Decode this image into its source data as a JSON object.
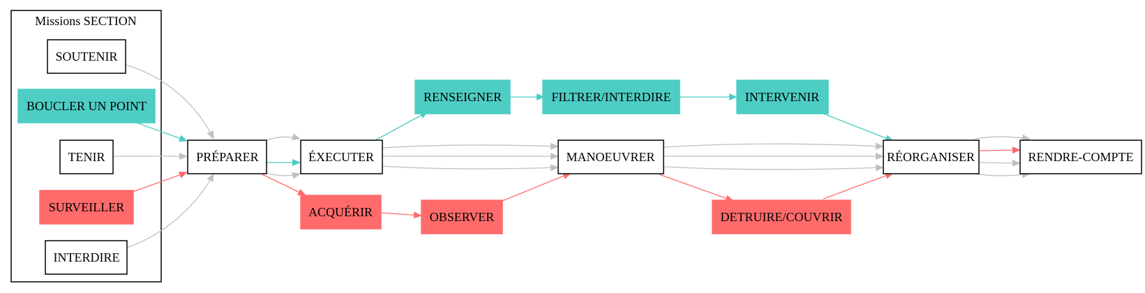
{
  "cluster": {
    "title": "Missions SECTION"
  },
  "colors": {
    "teal": "#4ecdc4",
    "red": "#ff6b6b",
    "gray": "#c0c0c0",
    "outline": "#000000",
    "white": "#ffffff"
  },
  "nodes": {
    "soutenir": {
      "label": "SOUTENIR",
      "style": "outline"
    },
    "boucler": {
      "label": "BOUCLER UN POINT",
      "style": "teal"
    },
    "tenir": {
      "label": "TENIR",
      "style": "outline"
    },
    "surveiller": {
      "label": "SURVEILLER",
      "style": "red"
    },
    "interdire": {
      "label": "INTERDIRE",
      "style": "outline"
    },
    "preparer": {
      "label": "PRÉPARER",
      "style": "outline"
    },
    "executer": {
      "label": "ÉXECUTER",
      "style": "outline"
    },
    "acquerir": {
      "label": "ACQUÉRIR",
      "style": "red"
    },
    "observer": {
      "label": "OBSERVER",
      "style": "red"
    },
    "renseigner": {
      "label": "RENSEIGNER",
      "style": "teal"
    },
    "filtrer": {
      "label": "FILTRER/INTERDIRE",
      "style": "teal"
    },
    "intervenir": {
      "label": "INTERVENIR",
      "style": "teal"
    },
    "manoeuvrer": {
      "label": "MANOEUVRER",
      "style": "outline"
    },
    "detruire": {
      "label": "DETRUIRE/COUVRIR",
      "style": "red"
    },
    "reorganiser": {
      "label": "RÉORGANISER",
      "style": "outline"
    },
    "rendre": {
      "label": "RENDRE-COMPTE",
      "style": "outline"
    }
  },
  "edges": [
    {
      "from": "soutenir",
      "to": "preparer",
      "color": "gray"
    },
    {
      "from": "boucler",
      "to": "preparer",
      "color": "teal"
    },
    {
      "from": "tenir",
      "to": "preparer",
      "color": "gray"
    },
    {
      "from": "surveiller",
      "to": "preparer",
      "color": "red"
    },
    {
      "from": "interdire",
      "to": "preparer",
      "color": "gray"
    },
    {
      "from": "preparer",
      "to": "executer",
      "color": "gray"
    },
    {
      "from": "preparer",
      "to": "executer",
      "color": "teal"
    },
    {
      "from": "preparer",
      "to": "executer",
      "color": "gray"
    },
    {
      "from": "preparer",
      "to": "acquerir",
      "color": "red"
    },
    {
      "from": "executer",
      "to": "renseigner",
      "color": "teal"
    },
    {
      "from": "executer",
      "to": "manoeuvrer",
      "color": "gray"
    },
    {
      "from": "executer",
      "to": "manoeuvrer",
      "color": "gray"
    },
    {
      "from": "executer",
      "to": "manoeuvrer",
      "color": "gray"
    },
    {
      "from": "acquerir",
      "to": "observer",
      "color": "red"
    },
    {
      "from": "observer",
      "to": "manoeuvrer",
      "color": "red"
    },
    {
      "from": "renseigner",
      "to": "filtrer",
      "color": "teal"
    },
    {
      "from": "filtrer",
      "to": "intervenir",
      "color": "teal"
    },
    {
      "from": "intervenir",
      "to": "reorganiser",
      "color": "teal"
    },
    {
      "from": "manoeuvrer",
      "to": "reorganiser",
      "color": "gray"
    },
    {
      "from": "manoeuvrer",
      "to": "reorganiser",
      "color": "gray"
    },
    {
      "from": "manoeuvrer",
      "to": "reorganiser",
      "color": "gray"
    },
    {
      "from": "manoeuvrer",
      "to": "detruire",
      "color": "red"
    },
    {
      "from": "detruire",
      "to": "reorganiser",
      "color": "red"
    },
    {
      "from": "reorganiser",
      "to": "rendre",
      "color": "gray"
    },
    {
      "from": "reorganiser",
      "to": "rendre",
      "color": "red"
    },
    {
      "from": "reorganiser",
      "to": "rendre",
      "color": "gray"
    },
    {
      "from": "reorganiser",
      "to": "rendre",
      "color": "gray"
    }
  ]
}
